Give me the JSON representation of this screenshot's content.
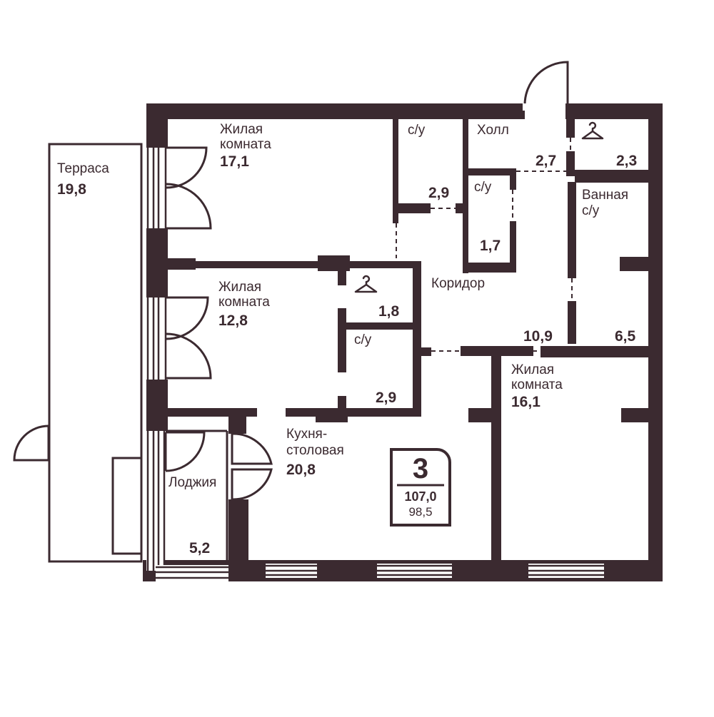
{
  "colors": {
    "wall": "#3b2a30",
    "background": "#ffffff"
  },
  "rooms": [
    {
      "id": "living-1",
      "name": [
        "Жилая",
        "комната"
      ],
      "area": "17,1"
    },
    {
      "id": "terrace",
      "name": [
        "Терраса"
      ],
      "area": "19,8"
    },
    {
      "id": "wc-1",
      "name": [
        "с/у"
      ],
      "area": "2,9"
    },
    {
      "id": "hall",
      "name": [
        "Холл"
      ],
      "area": "2,7"
    },
    {
      "id": "wardrobe-1",
      "name": [],
      "area": "2,3",
      "icon": "hanger-icon"
    },
    {
      "id": "wc-2",
      "name": [
        "с/у"
      ],
      "area": "1,7"
    },
    {
      "id": "bathroom",
      "name": [
        "Ванная",
        "с/у"
      ],
      "area": "6,5"
    },
    {
      "id": "living-2",
      "name": [
        "Жилая",
        "комната"
      ],
      "area": "12,8"
    },
    {
      "id": "wardrobe-2",
      "name": [],
      "area": "1,8",
      "icon": "hanger-icon"
    },
    {
      "id": "corridor",
      "name": [
        "Коридор"
      ],
      "area": "10,9"
    },
    {
      "id": "wc-3",
      "name": [
        "с/у"
      ],
      "area": "2,9"
    },
    {
      "id": "living-3",
      "name": [
        "Жилая",
        "комната"
      ],
      "area": "16,1"
    },
    {
      "id": "kitchen",
      "name": [
        "Кухня-",
        "столовая"
      ],
      "area": "20,8"
    },
    {
      "id": "loggia",
      "name": [
        "Лоджия"
      ],
      "area": "5,2"
    }
  ],
  "badge": {
    "rooms_count": "3",
    "total_area": "107,0",
    "living_area": "98,5"
  }
}
